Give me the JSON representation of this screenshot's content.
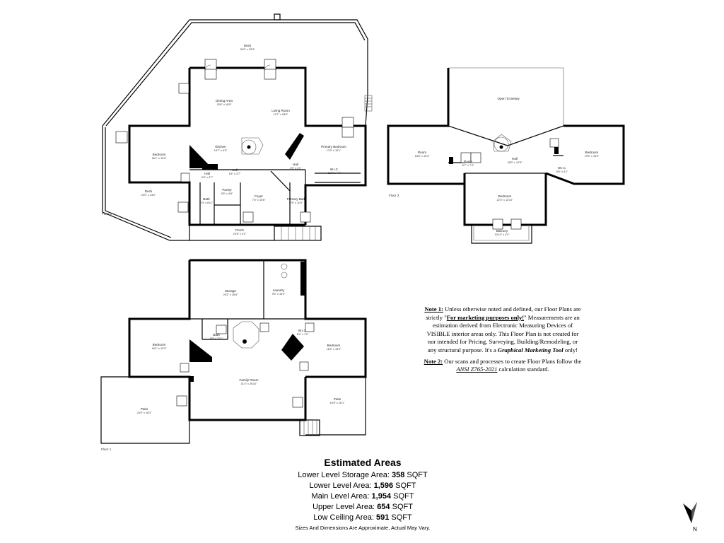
{
  "floor_labels": {
    "floor2": "Floor 2",
    "floor3": "Floor 3",
    "floor1": "Floor 1"
  },
  "rooms": {
    "deck_top": {
      "name": "Deck",
      "dims": "50'0\" x 25'3\""
    },
    "dining": {
      "name": "Dining Area",
      "dims": "20'6\" x 18'5\""
    },
    "living": {
      "name": "Living Room",
      "dims": "12'7\" x 28'9\""
    },
    "kitchen": {
      "name": "Kitchen",
      "dims": "18'7\" x 9'5\""
    },
    "bedroom_f2_left": {
      "name": "Bedroom",
      "dims": "16'1\" x 15'3\""
    },
    "primary_bedroom": {
      "name": "Primary Bedroom",
      "dims": "17'6\" x 15'1\""
    },
    "hall_f2_a": {
      "name": "Hall",
      "dims": "9'3\" x 3'7\""
    },
    "hall_f2_b": {
      "name": "Hall",
      "dims": "5'4\" x 3'7\""
    },
    "hall_f2_c": {
      "name": "Hall",
      "dims": "4'9\" x 4'1\""
    },
    "wic_f2": {
      "name": "W.I.C.",
      "dims": "13'1\" x 4'4\""
    },
    "deck_left": {
      "name": "Deck",
      "dims": "24'0\" x 23'2\""
    },
    "bath_f2": {
      "name": "Bath",
      "dims": "9'3\" x 8'11\""
    },
    "pantry": {
      "name": "Pantry",
      "dims": "5'5\" x 4'8\""
    },
    "foyer": {
      "name": "Foyer",
      "dims": "7'6\" x 15'6\""
    },
    "primary_bath": {
      "name": "Primary Bath",
      "dims": "8'9\" x 11'5\""
    },
    "porch": {
      "name": "Porch",
      "dims": "23'8\" x 4'2\""
    },
    "open_to_below": {
      "name": "Open To Below",
      "dims": ""
    },
    "room_f3_left": {
      "name": "Room",
      "dims": "18'8\" x 15'3\""
    },
    "room_f3_small": {
      "name": "Room",
      "dims": "6'7\" x 7'4\""
    },
    "hall_f3": {
      "name": "Hall",
      "dims": "28'9\" x 12'5\""
    },
    "bedroom_f3_right": {
      "name": "Bedroom",
      "dims": "19'3\" x 15'3\""
    },
    "wic_f3": {
      "name": "W.I.C.",
      "dims": "5'8\" x 4'1\""
    },
    "bedroom_f3_bottom": {
      "name": "Bedroom",
      "dims": "22'3\" x 13'10\""
    },
    "balcony": {
      "name": "Balcony",
      "dims": "10'10\" x 4'3\""
    },
    "storage": {
      "name": "Storage",
      "dims": "20'2\" x 26'6\""
    },
    "laundry": {
      "name": "Laundry",
      "dims": "9'5\" x 15'9\""
    },
    "bedroom_f1_left": {
      "name": "Bedroom",
      "dims": "16'1\" x 15'3\""
    },
    "bath_f1": {
      "name": "Bath",
      "dims": "9'6\" x 7'11\""
    },
    "wic_f1": {
      "name": "W.I.C.",
      "dims": "6'4\" x 7'2\""
    },
    "bedroom_f1_right": {
      "name": "Bedroom",
      "dims": "18'2\" x 15'3\""
    },
    "family_room": {
      "name": "Family Room",
      "dims": "31'4\" x 26'10\""
    },
    "patio_left": {
      "name": "Patio",
      "dims": "24'5\" x 18'2\""
    },
    "patio_right": {
      "name": "Patio",
      "dims": "16'5\" x 16'1\""
    }
  },
  "notes": {
    "note1_label": "Note 1:",
    "note1_a": " Unless otherwise noted and defined, our Floor Plans are strictly \"",
    "note1_emph": "For marketing purposes only!",
    "note1_b": "\" Measurements are an estimation derived from Electronic Measuring Devices of VISIBLE interior areas only. This Floor Plan is not created for nor intended for Pricing, Surveying, Building/Remodeling, or any structural purpose. It's a ",
    "note1_tool": "Graphical Marketing Tool",
    "note1_c": " only!",
    "note2_label": "Note 2:",
    "note2_a": " Our scans and processes to create Floor Plans follow the ",
    "note2_std": "ANSI Z765-2021",
    "note2_b": " calculation standard."
  },
  "areas": {
    "title": "Estimated Areas",
    "rows": [
      {
        "label": "Lower Level Storage Area: ",
        "value": "358",
        "unit": " SQFT"
      },
      {
        "label": "Lower Level Area: ",
        "value": "1,596",
        "unit": " SQFT"
      },
      {
        "label": "Main Level Area: ",
        "value": "1,954",
        "unit": " SQFT"
      },
      {
        "label": "Upper Level Area: ",
        "value": "654",
        "unit": " SQFT"
      },
      {
        "label": "Low Ceiling Area: ",
        "value": "591",
        "unit": " SQFT"
      }
    ],
    "footnote": "Sizes And Dimensions Are Approximate, Actual May Vary."
  },
  "compass": {
    "label": "N"
  }
}
